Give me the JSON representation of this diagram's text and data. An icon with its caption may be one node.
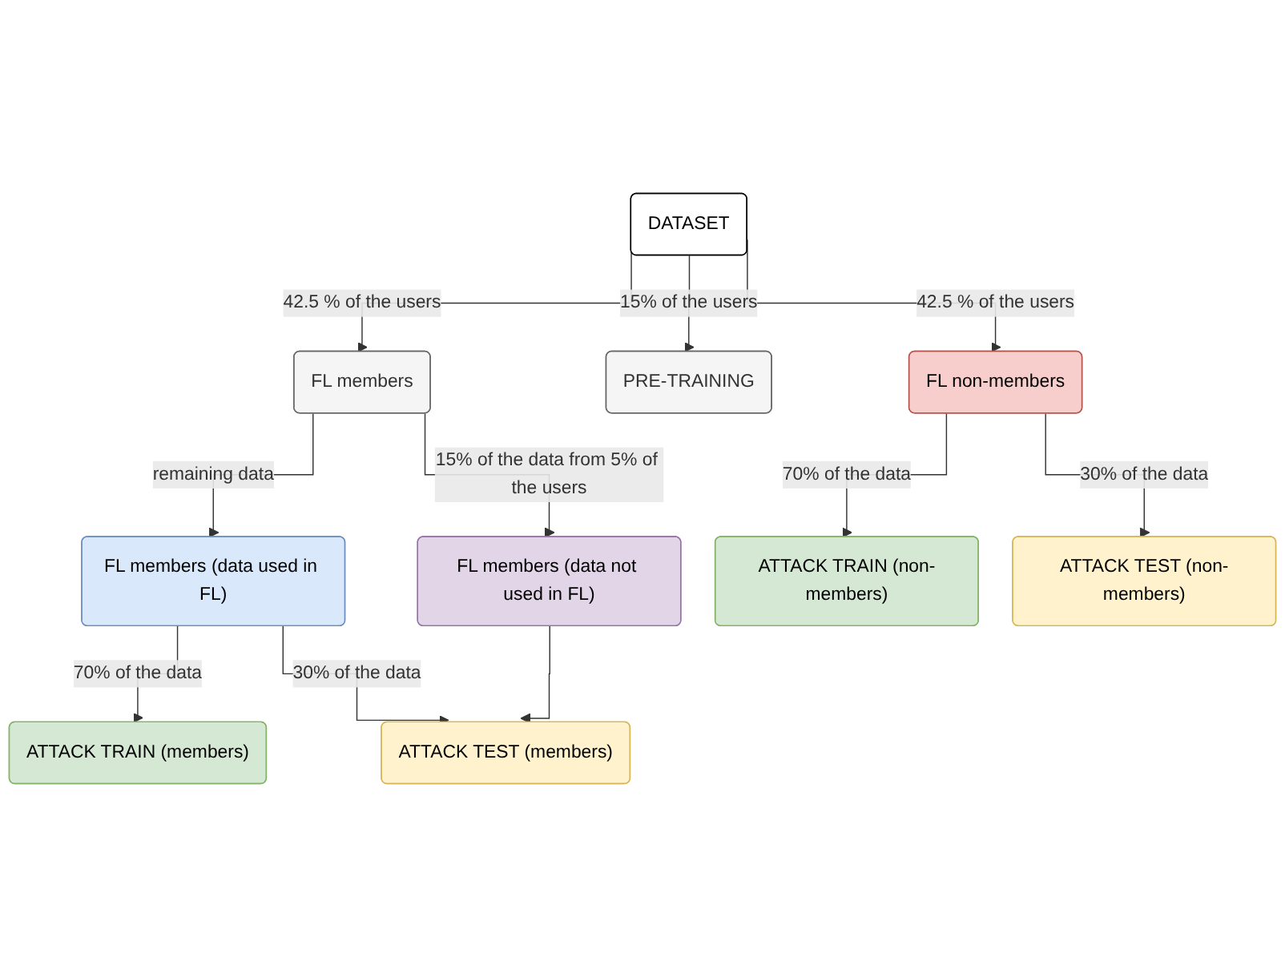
{
  "diagram": {
    "nodes": [
      {
        "text": [
          "DATASET"
        ]
      },
      {
        "text": [
          "FL members"
        ]
      },
      {
        "text": [
          "PRE-TRAINING"
        ]
      },
      {
        "text": [
          "FL non-members"
        ]
      },
      {
        "text": [
          "FL members (data used in FL)"
        ]
      },
      {
        "text": [
          "FL members (data not used in FL)"
        ]
      },
      {
        "text": [
          "ATTACK TRAIN (non-members)"
        ]
      },
      {
        "text": [
          "ATTACK TEST (non-members)"
        ]
      },
      {
        "text": [
          "ATTACK TRAIN (members)"
        ]
      },
      {
        "text": [
          "ATTACK TEST (members)"
        ]
      }
    ],
    "edges": [
      {
        "from": 0,
        "to": 1,
        "arrow": "to",
        "label": "42.5 % of the users"
      },
      {
        "from": 0,
        "to": 2,
        "arrow": "to",
        "label": "15% of the users"
      },
      {
        "from": 0,
        "to": 3,
        "arrow": "to",
        "label": "42.5 % of the users"
      },
      {
        "from": 1,
        "to": 4,
        "arrow": "to",
        "label": "remaining data"
      },
      {
        "from": 1,
        "to": 5,
        "arrow": "to",
        "label": "15% of the data from 5% of the users"
      },
      {
        "from": 3,
        "to": 6,
        "arrow": "to",
        "label": "70% of the data"
      },
      {
        "from": 3,
        "to": 7,
        "arrow": "to",
        "label": "30% of the data"
      },
      {
        "from": 4,
        "to": 8,
        "arrow": "to",
        "label": "70% of the data"
      },
      {
        "from": 4,
        "to": 9,
        "arrow": "to",
        "label": "30% of the data"
      },
      {
        "from": 5,
        "to": 9,
        "arrow": "to"
      }
    ]
  }
}
